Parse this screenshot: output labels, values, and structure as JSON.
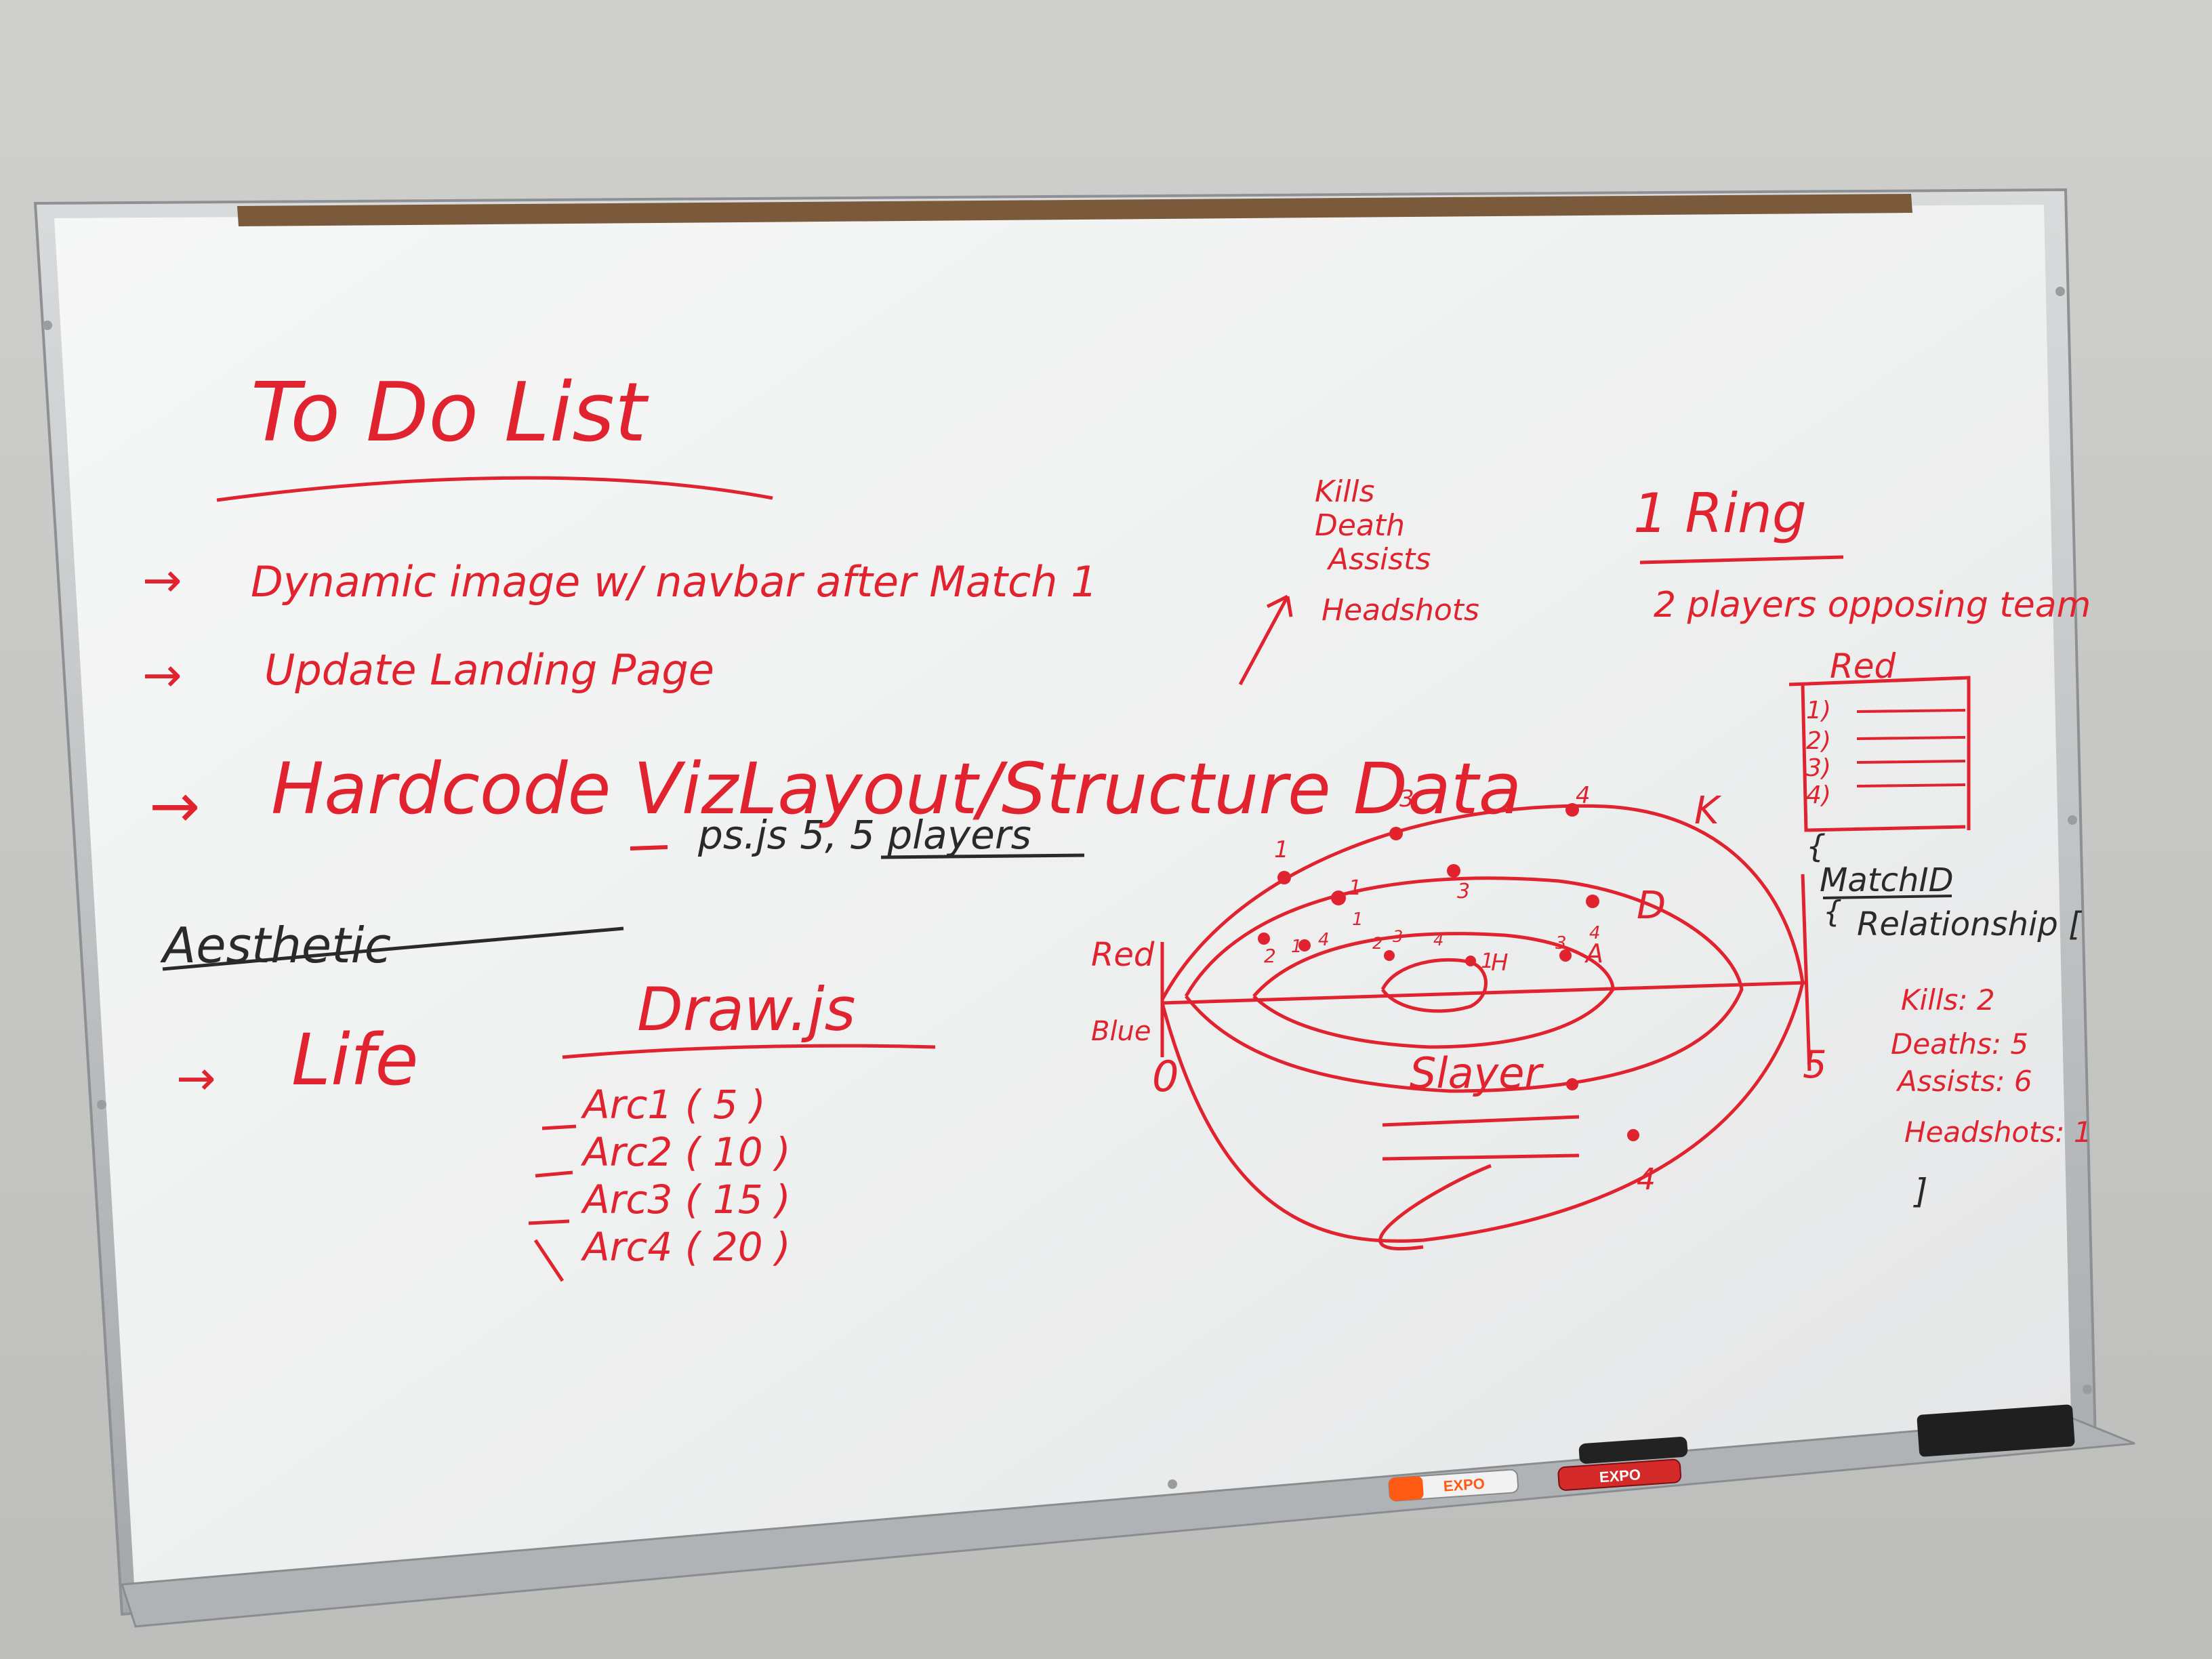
{
  "board": {
    "title": "To Do List",
    "todo_items": [
      "Dynamic image w/ navbar after Match 1",
      "Update Landing Page",
      "Hardcode VizLayout/Structure Data",
      "Aesthetic",
      "Life"
    ],
    "subitem": "ps.js 5, 5 players",
    "stats_list": [
      "Kills",
      "Death",
      "Assists",
      "Headshots"
    ],
    "ring": {
      "title": "1 Ring",
      "subtitle": "2 players opposing team"
    },
    "draw": {
      "title": "Draw.js",
      "arcs": [
        "Arc1 ( 5 )",
        "Arc2 ( 10 )",
        "Arc3 ( 15 )",
        "Arc4 ( 20 )"
      ]
    },
    "diagram": {
      "team_top": "Red",
      "team_bottom": "Blue",
      "score_left": "0",
      "score_right": "5",
      "ring_labels": [
        "K",
        "D",
        "A",
        "H"
      ],
      "center_label": "Slayer",
      "marker_numbers": [
        "1",
        "3",
        "4",
        "1",
        "3",
        "2",
        "1",
        "4",
        "1",
        "2",
        "3",
        "4",
        "3",
        "4",
        "4",
        "1"
      ]
    },
    "legend_table": {
      "title": "Red",
      "rows": [
        "1)",
        "2)",
        "3)",
        "4)"
      ]
    },
    "match_json": {
      "open_brace": "{",
      "match_id": "MatchID",
      "object_open": "{",
      "object_key": "Relationship [",
      "kills": "Kills: 2",
      "deaths": "Deaths: 5",
      "assists": "Assists: 6",
      "headshots": "Headshots: 1",
      "close": "]"
    }
  },
  "tray": {
    "markers": [
      "EXPO",
      "EXPO"
    ]
  },
  "colors": {
    "marker_red": "#e0232f",
    "marker_dark": "#2a2a2a",
    "board": "#f1f2f2",
    "frame": "#b9bbbd",
    "wall": "#c8c8c6"
  }
}
